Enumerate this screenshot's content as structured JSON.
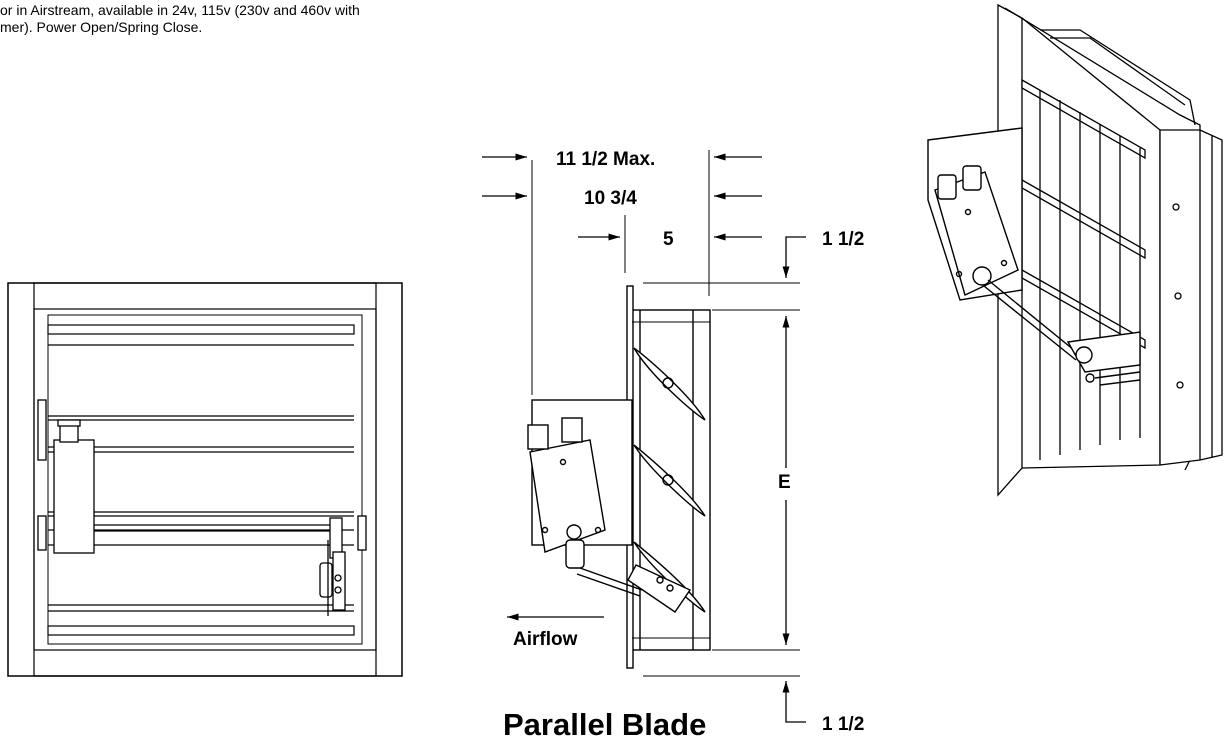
{
  "description": {
    "line1": "or in Airstream, available in 24v, 115v (230v and 460v with",
    "line2": "mer).  Power Open/Spring Close."
  },
  "dimensions": {
    "overall_max": "11 1/2 Max.",
    "overall": "10 3/4",
    "inner": "5",
    "top_flange": "1 1/2",
    "bottom_flange": "1 1/2",
    "height": "E"
  },
  "labels": {
    "airflow": "Airflow",
    "caption": "Parallel Blade"
  }
}
